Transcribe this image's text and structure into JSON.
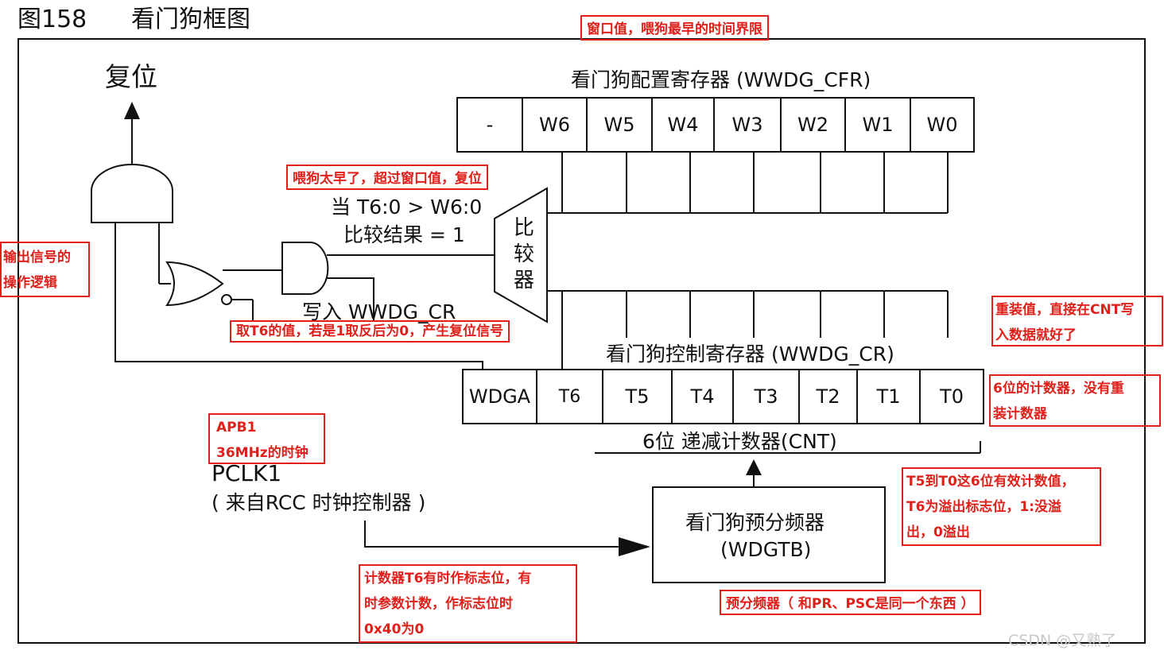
{
  "figure": {
    "number": "图158",
    "title": "看门狗框图"
  },
  "reset_label": "复位",
  "cfr": {
    "title": "看门狗配置寄存器 (WWDG_CFR)",
    "bits": [
      "-",
      "W6",
      "W5",
      "W4",
      "W3",
      "W2",
      "W1",
      "W0"
    ]
  },
  "cr": {
    "title": "看门狗控制寄存器 (WWDG_CR)",
    "bits": [
      "WDGA",
      "T6",
      "T5",
      "T4",
      "T3",
      "T2",
      "T1",
      "T0"
    ]
  },
  "counter_label": "6位 递减计数器(CNT)",
  "comparator": {
    "chars": [
      "比",
      "较",
      "器"
    ]
  },
  "condition": {
    "line1": "当 T6:0 > W6:0",
    "line2": "比较结果 = 1"
  },
  "write_label": "写入 WWDG_CR",
  "pclk": {
    "name": "PCLK1",
    "source": "( 来自RCC 时钟控制器 )"
  },
  "prescaler": {
    "line1": "看门狗预分频器",
    "line2": "(WDGTB)"
  },
  "annotations": {
    "window": "窗口值，喂狗最早的时间界限",
    "too_early": "喂狗太早了，超过窗口值，复位",
    "output_logic": [
      "输出信号的",
      "操作逻辑"
    ],
    "t6_invert": "取T6的值，若是1取反后为0，产生复位信号",
    "reload": [
      "重装值，直接在CNT写",
      "入数据就好了"
    ],
    "counter6": [
      "6位的计数器，没有重",
      "装计数器"
    ],
    "apb1": [
      "APB1",
      "36MHz的时钟"
    ],
    "t5_t0": [
      "T5到T0这6位有效计数值，",
      "T6为溢出标志位，1:没溢",
      "出，0溢出"
    ],
    "t6_flag": [
      "计数器T6有时作标志位，有",
      "时参数计数，作标志位时",
      "0x40为0"
    ],
    "prescaler_note": "预分频器（ 和PR、PSC是同一个东西 ）"
  },
  "watermark": "CSDN @又熟了"
}
